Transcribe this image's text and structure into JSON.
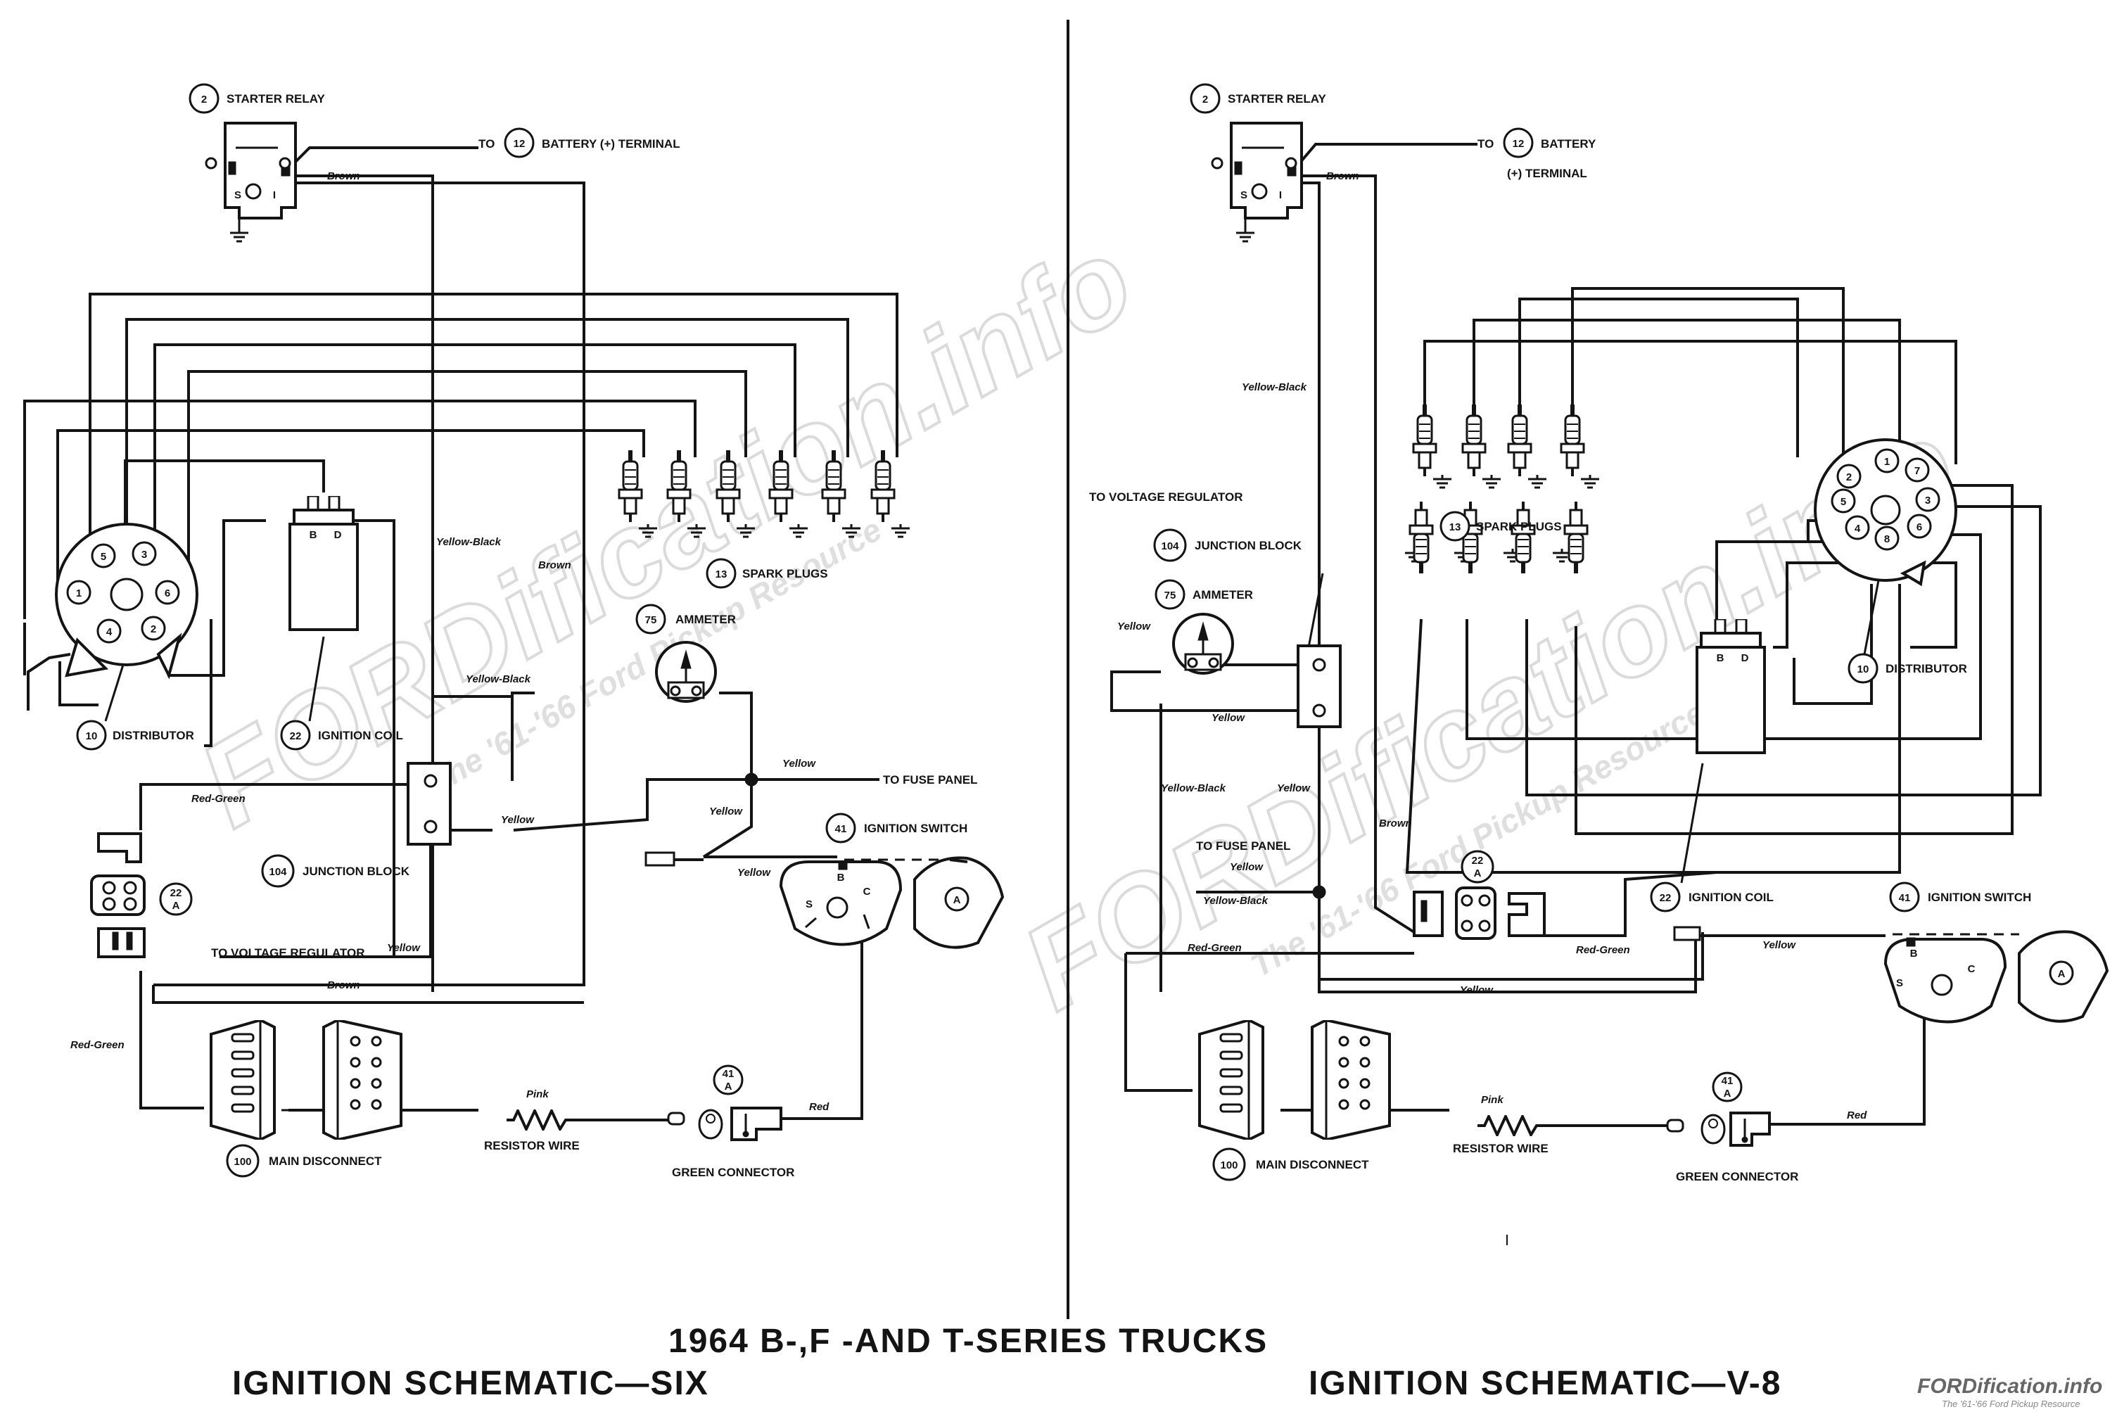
{
  "title": {
    "line1": "1964 B-,F -AND T-SERIES TRUCKS",
    "left": "IGNITION SCHEMATIC—SIX",
    "right": "IGNITION SCHEMATIC—V-8"
  },
  "watermark": {
    "brand": "FORDification.info",
    "tagline": "The '61-'66 Ford Pickup Resource"
  },
  "corner": {
    "brand": "FORDification.info",
    "tagline": "The '61-'66 Ford Pickup Resource"
  },
  "six": {
    "starter_relay": {
      "num": "2",
      "label": "STARTER RELAY"
    },
    "battery": {
      "to": "TO",
      "num": "12",
      "label": "BATTERY (+) TERMINAL"
    },
    "spark_plugs": {
      "num": "13",
      "label": "SPARK PLUGS"
    },
    "ammeter": {
      "num": "75",
      "label": "AMMETER"
    },
    "distributor": {
      "num": "10",
      "label": "DISTRIBUTOR",
      "terminals": [
        "1",
        "2",
        "3",
        "4",
        "5",
        "6"
      ]
    },
    "ignition_coil": {
      "num": "22",
      "label": "IGNITION COIL",
      "term_b": "B",
      "term_d": "D"
    },
    "junction_block": {
      "num": "104",
      "label": "JUNCTION BLOCK"
    },
    "ignition_switch": {
      "num": "41",
      "label": "IGNITION SWITCH",
      "term_b": "B",
      "term_s": "S",
      "term_c": "C",
      "term_a": "A"
    },
    "connector_22a": {
      "num": "22",
      "sub": "A"
    },
    "main_disconnect": {
      "num": "100",
      "label": "MAIN DISCONNECT"
    },
    "resistor_wire": {
      "label": "RESISTOR WIRE"
    },
    "green_connector": {
      "num": "41",
      "sub": "A",
      "label": "GREEN CONNECTOR"
    },
    "fuse_panel": {
      "label": "TO FUSE PANEL"
    },
    "voltage_regulator": {
      "label": "TO VOLTAGE REGULATOR"
    },
    "wires": {
      "brown_top": "Brown",
      "yellow_black_v": "Yellow-Black",
      "brown_mid": "Brown",
      "yellow_black_h": "Yellow-Black",
      "red_green_top": "Red-Green",
      "yellow_fuse": "Yellow",
      "yellow_amm": "Yellow",
      "yellow_jb": "Yellow",
      "yellow_switch": "Yellow",
      "yellow_vr": "Yellow",
      "brown_bottom": "Brown",
      "red_green_left": "Red-Green",
      "pink": "Pink",
      "red": "Red"
    }
  },
  "v8": {
    "starter_relay": {
      "num": "2",
      "label": "STARTER RELAY"
    },
    "battery": {
      "to": "TO",
      "num": "12",
      "label": "BATTERY",
      "label2": "(+) TERMINAL"
    },
    "spark_plugs": {
      "num": "13",
      "label": "SPARK PLUGS"
    },
    "ammeter": {
      "num": "75",
      "label": "AMMETER"
    },
    "distributor": {
      "num": "10",
      "label": "DISTRIBUTOR",
      "terminals": [
        "1",
        "2",
        "3",
        "4",
        "5",
        "6",
        "7",
        "8"
      ]
    },
    "ignition_coil": {
      "num": "22",
      "label": "IGNITION COIL",
      "term_b": "B",
      "term_d": "D"
    },
    "junction_block": {
      "num": "104",
      "label": "JUNCTION BLOCK"
    },
    "ignition_switch": {
      "num": "41",
      "label": "IGNITION SWITCH",
      "term_b": "B",
      "term_s": "S",
      "term_c": "C",
      "term_a": "A"
    },
    "connector_22a": {
      "num": "22",
      "sub": "A"
    },
    "main_disconnect": {
      "num": "100",
      "label": "MAIN DISCONNECT"
    },
    "resistor_wire": {
      "label": "RESISTOR WIRE"
    },
    "green_connector": {
      "num": "41",
      "sub": "A",
      "label": "GREEN CONNECTOR"
    },
    "fuse_panel": {
      "label": "TO FUSE PANEL"
    },
    "voltage_regulator": {
      "label": "TO VOLTAGE REGULATOR"
    },
    "wires": {
      "brown_top": "Brown",
      "yellow_black_v": "Yellow-Black",
      "yellow_amm": "Yellow",
      "yellow_jb": "Yellow",
      "yellow_black_l": "Yellow-Black",
      "yellow_r": "Yellow",
      "yellow_fuse": "Yellow",
      "yellow_black_fuse": "Yellow-Black",
      "brown_mid": "Brown",
      "red_green_left": "Red-Green",
      "red_green_right": "Red-Green",
      "yellow_switch": "Yellow",
      "yellow_bottom": "Yellow",
      "pink": "Pink",
      "red": "Red"
    }
  }
}
